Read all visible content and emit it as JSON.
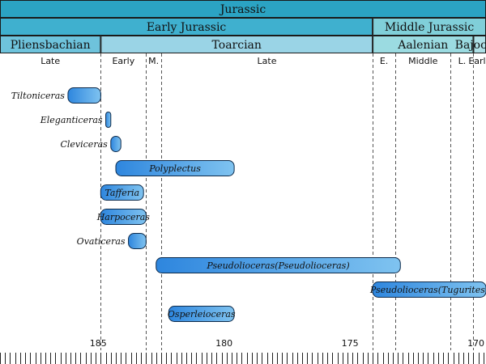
{
  "chart_data": {
    "type": "timeline",
    "x_unit": "Ma",
    "x_range": [
      188.9,
      169.6
    ],
    "header_rows": [
      [
        {
          "label": "Jurassic",
          "start": 188.9,
          "end": 169.6,
          "color": "#2ba3c3"
        }
      ],
      [
        {
          "label": "Early Jurassic",
          "start": 188.9,
          "end": 174.1,
          "color": "#3fb0cf"
        },
        {
          "label": "Middle Jurassic",
          "start": 174.1,
          "end": 169.6,
          "color": "#80cfd9"
        }
      ],
      [
        {
          "label": "Pliensbachian",
          "start": 188.9,
          "end": 184.9,
          "color": "#6ec3dc"
        },
        {
          "label": "Toarcian",
          "start": 184.9,
          "end": 174.1,
          "color": "#9ad4e6"
        },
        {
          "label": "Aalenian",
          "start": 174.1,
          "end": 170.1,
          "color": "#9bdbe1"
        },
        {
          "label": "Bajocian",
          "start": 170.1,
          "end": 169.6,
          "color": "#aee0e6"
        }
      ]
    ],
    "subdivisions": [
      {
        "label": "Late",
        "start": 188.9,
        "end": 184.9
      },
      {
        "label": "Early",
        "start": 184.9,
        "end": 183.1
      },
      {
        "label": "M.",
        "start": 183.1,
        "end": 182.5
      },
      {
        "label": "Late",
        "start": 182.5,
        "end": 174.1
      },
      {
        "label": "E.",
        "start": 174.1,
        "end": 173.2
      },
      {
        "label": "Middle",
        "start": 173.2,
        "end": 171.0
      },
      {
        "label": "L.",
        "start": 171.0,
        "end": 170.1
      },
      {
        "label": "Early",
        "start": 170.1,
        "end": 169.6
      }
    ],
    "boundaries": [
      184.9,
      183.1,
      182.5,
      174.1,
      173.2,
      171.0,
      170.1
    ],
    "taxa": [
      {
        "name": "Tiltoniceras",
        "start": 186.2,
        "end": 184.9,
        "label_inside": false
      },
      {
        "name": "Eleganticeras",
        "start": 184.7,
        "end": 184.5,
        "label_inside": false
      },
      {
        "name": "Cleviceras",
        "start": 184.5,
        "end": 184.1,
        "label_inside": false
      },
      {
        "name": "Polyplectus",
        "start": 184.3,
        "end": 179.6,
        "label_inside": true
      },
      {
        "name": "Tafferia",
        "start": 184.9,
        "end": 183.2,
        "label_inside": true
      },
      {
        "name": "Harpoceras",
        "start": 184.9,
        "end": 183.1,
        "label_inside": true
      },
      {
        "name": "Ovaticeras",
        "start": 183.8,
        "end": 183.1,
        "label_inside": false
      },
      {
        "name": "Pseudolioceras(Pseudolioceras)",
        "start": 182.7,
        "end": 173.0,
        "label_inside": true
      },
      {
        "name": "Pseudolioceras(Tugurites)",
        "start": 174.1,
        "end": 169.6,
        "label_inside": true
      },
      {
        "name": "Osperleioceras",
        "start": 182.2,
        "end": 179.6,
        "label_inside": true
      }
    ],
    "axis": {
      "ticks": [
        185,
        180,
        175,
        170
      ],
      "minor_step": 0.2
    },
    "bar_gradient": [
      "#2e86de",
      "#7fc3f0"
    ]
  }
}
